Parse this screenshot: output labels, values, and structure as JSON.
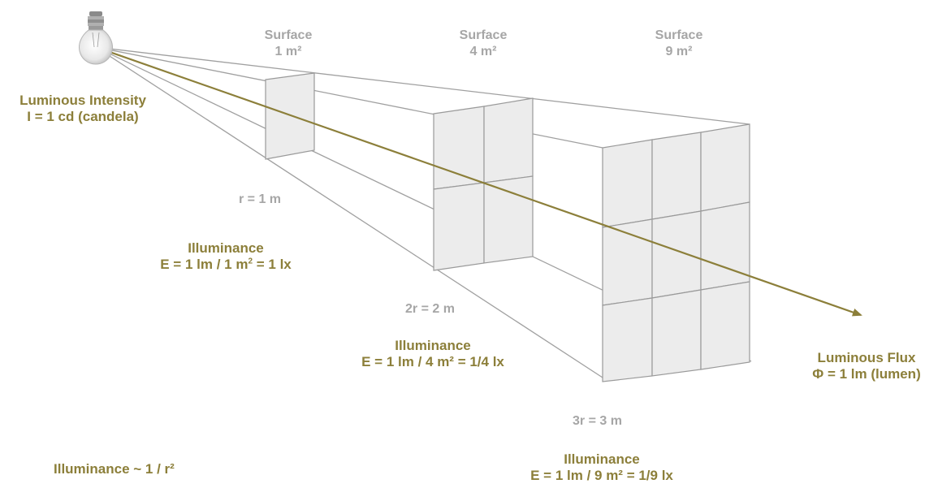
{
  "surfaces": [
    {
      "label": "Surface",
      "area": "1 m²"
    },
    {
      "label": "Surface",
      "area": "4 m²"
    },
    {
      "label": "Surface",
      "area": "9 m²"
    }
  ],
  "intensity": {
    "title": "Luminous Intensity",
    "value": "I = 1 cd (candela)"
  },
  "distances": [
    "r = 1 m",
    "2r = 2 m",
    "3r = 3 m"
  ],
  "illuminance": [
    {
      "title": "Illuminance",
      "formula_a": "E = 1 lm / 1 m",
      "formula_sup": "2",
      "formula_b": " = 1 lx"
    },
    {
      "title": "Illuminance",
      "formula": "E = 1 lm / 4 m² = 1/4 lx"
    },
    {
      "title": "Illuminance",
      "formula": "E = 1 lm / 9 m² = 1/9 lx"
    }
  ],
  "flux": {
    "title": "Luminous Flux",
    "value": "Φ = 1 lm (lumen)"
  },
  "law": "Illuminance ~ 1 / r²",
  "colors": {
    "olive": "#8c7f3a",
    "gray_text": "#a6a6a6",
    "frustum_line": "#a0a0a0",
    "panel_fill": "#ececec",
    "panel_edge": "#9a9a9a"
  },
  "icon": "light-bulb-icon"
}
